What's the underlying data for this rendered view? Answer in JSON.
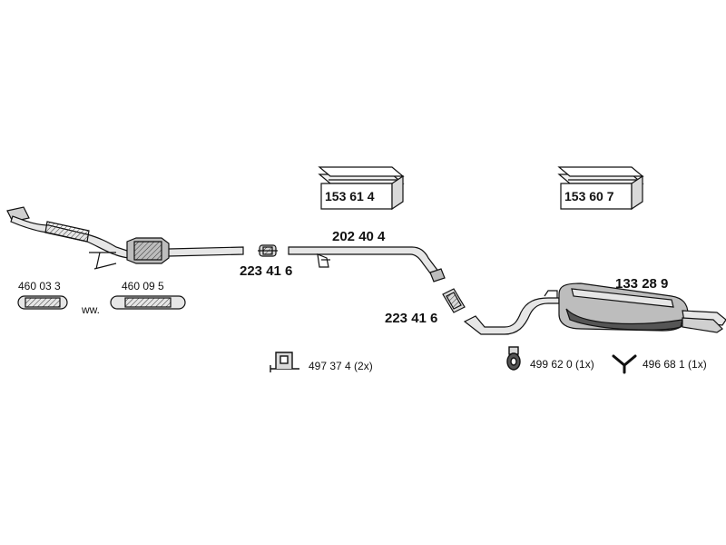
{
  "parts": {
    "box_left": "153 61 4",
    "box_right": "153 60 7",
    "pipe_mid": "202 40 4",
    "clamp_a": "223 41 6",
    "clamp_b": "223 41 6",
    "rear_silencer": "133 28 9",
    "flex_a": "460 03 3",
    "flex_b": "460 09 5",
    "flex_sep": "ww.",
    "hanger_a": "497 37 4  (2x)",
    "hanger_b": "499 62 0  (1x)",
    "hanger_c": "496 68 1  (1x)"
  },
  "colors": {
    "line": "#111111",
    "fill_light": "#e6e6e6",
    "fill_mid": "#bdbdbd",
    "fill_dark": "#555555"
  }
}
